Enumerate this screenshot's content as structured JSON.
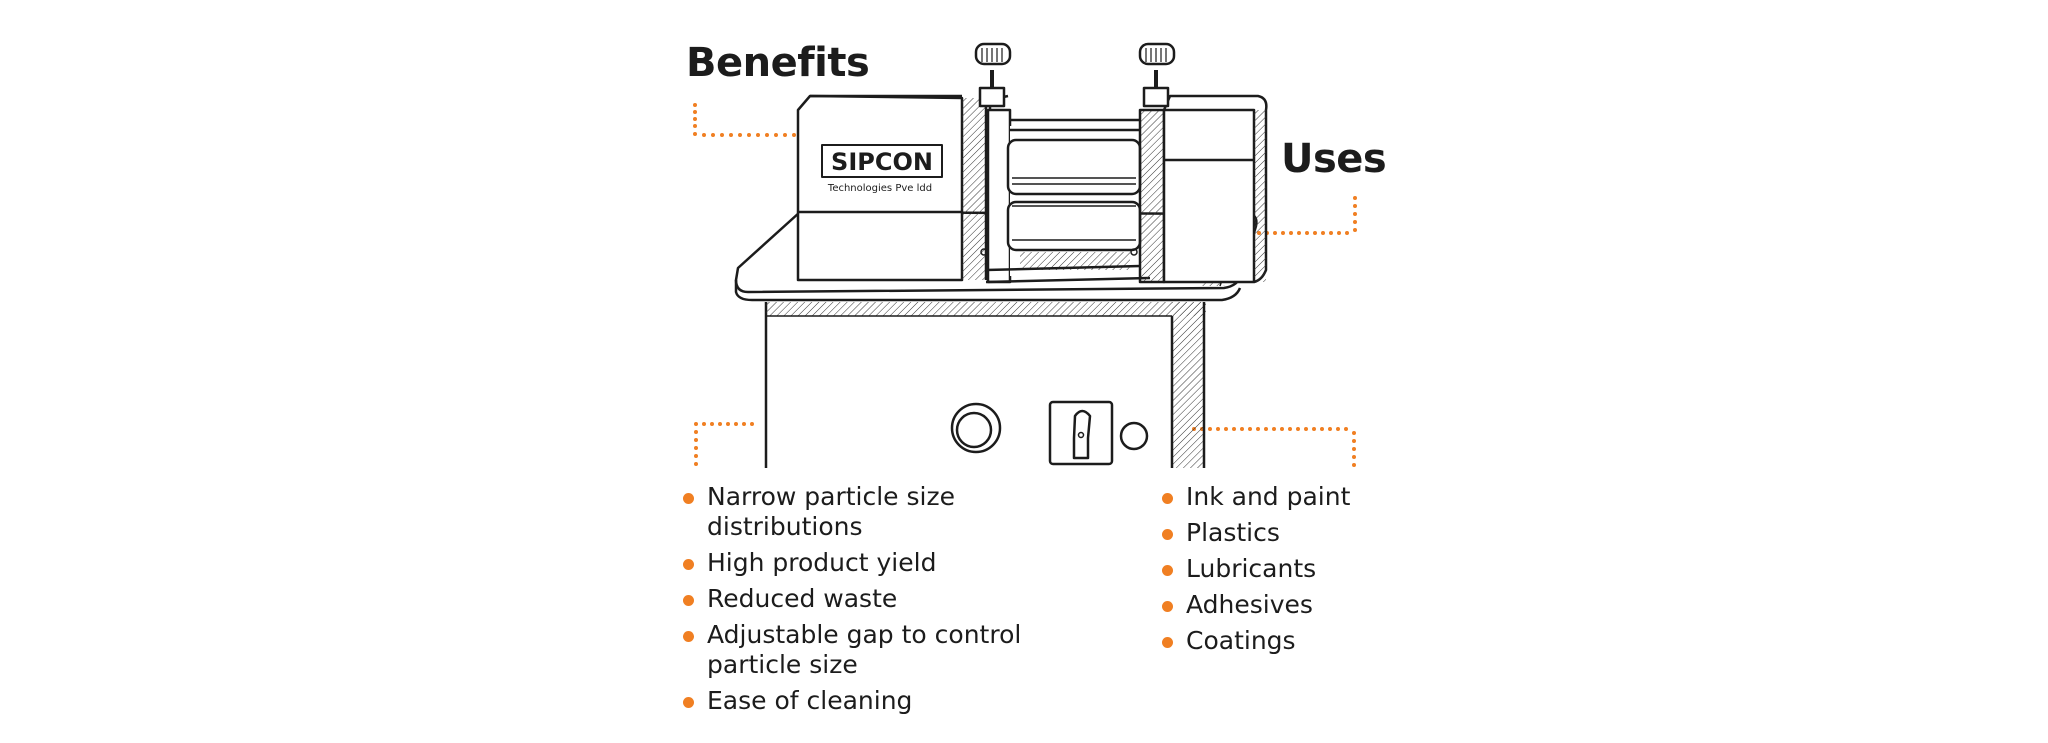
{
  "benefits": {
    "title": "Benefits",
    "items": [
      {
        "label": "Narrow particle size distributions"
      },
      {
        "label": "High product yield"
      },
      {
        "label": "Reduced waste"
      },
      {
        "label": "Adjustable gap to control particle size"
      },
      {
        "label": "Ease of cleaning"
      }
    ]
  },
  "uses": {
    "title": "Uses",
    "items": [
      {
        "label": "Ink and paint"
      },
      {
        "label": "Plastics"
      },
      {
        "label": "Lubricants"
      },
      {
        "label": "Adhesives"
      },
      {
        "label": "Coatings"
      }
    ]
  },
  "machine": {
    "brand": "SIPCON",
    "subtitle": "Technologies Pve ldd",
    "icon": "three-roll-mill-illustration"
  },
  "colors": {
    "accent": "#f07f22",
    "ink": "#1c1c1c",
    "background": "#ffffff"
  }
}
